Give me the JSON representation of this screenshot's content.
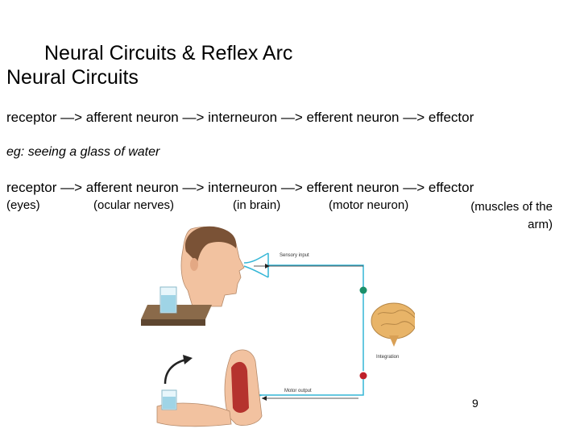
{
  "title": {
    "line1": "Neural Circuits & Reflex Arc",
    "line2": "Neural Circuits"
  },
  "pathway": "receptor —> afferent neuron —> interneuron —> efferent neuron —> effector",
  "example": "eg:  seeing a glass of water",
  "example_pathway": "receptor —> afferent neuron —> interneuron —> efferent neuron —> effector",
  "annotations": {
    "receptor": "(eyes)",
    "afferent": "(ocular nerves)",
    "interneuron": "(in brain)",
    "efferent": "(motor neuron)",
    "effector": "(muscles of the arm)"
  },
  "figure": {
    "sensory_label": "Sensory input",
    "integration_label": "Integration",
    "motor_label": "Motor output",
    "colors": {
      "nerve": "#33b6d6",
      "sensory_node": "#1a8f6a",
      "motor_node": "#c0202a",
      "brain": "#e8b468",
      "muscle": "#b5332e",
      "skin": "#f2c2a0",
      "hair": "#7a5236",
      "table": "#8a6a4a",
      "water": "#9fd4e6"
    },
    "icons": [
      "head-profile",
      "glass-of-water",
      "brain",
      "arm-with-glass",
      "curved-arrow"
    ]
  },
  "page_number": "9"
}
